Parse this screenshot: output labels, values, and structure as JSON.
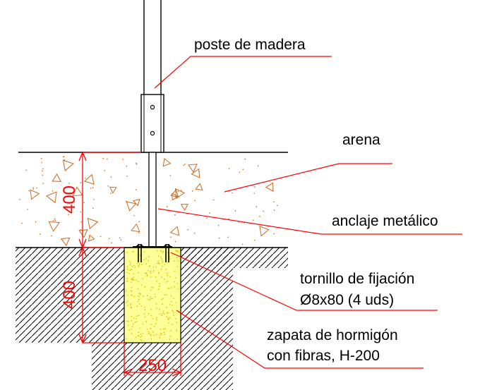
{
  "labels": {
    "post": "poste de madera",
    "sand": "arena",
    "anchor": "anclaje metálico",
    "screw_line1": "tornillo de fijación",
    "screw_line2": "Ø8x80 (4 uds)",
    "footing_line1": "zapata de hormigón",
    "footing_line2": "con fibras, H-200"
  },
  "dimensions": {
    "sand_depth": "400",
    "footing_depth": "400",
    "footing_width": "250"
  },
  "colors": {
    "outline": "#000000",
    "dimension": "#ff0000",
    "leader": "#ff0000",
    "sand_marks": "#c8691e",
    "concrete_fill": "#ffff99",
    "concrete_dots": "#e0c800",
    "hatch": "#000000"
  }
}
